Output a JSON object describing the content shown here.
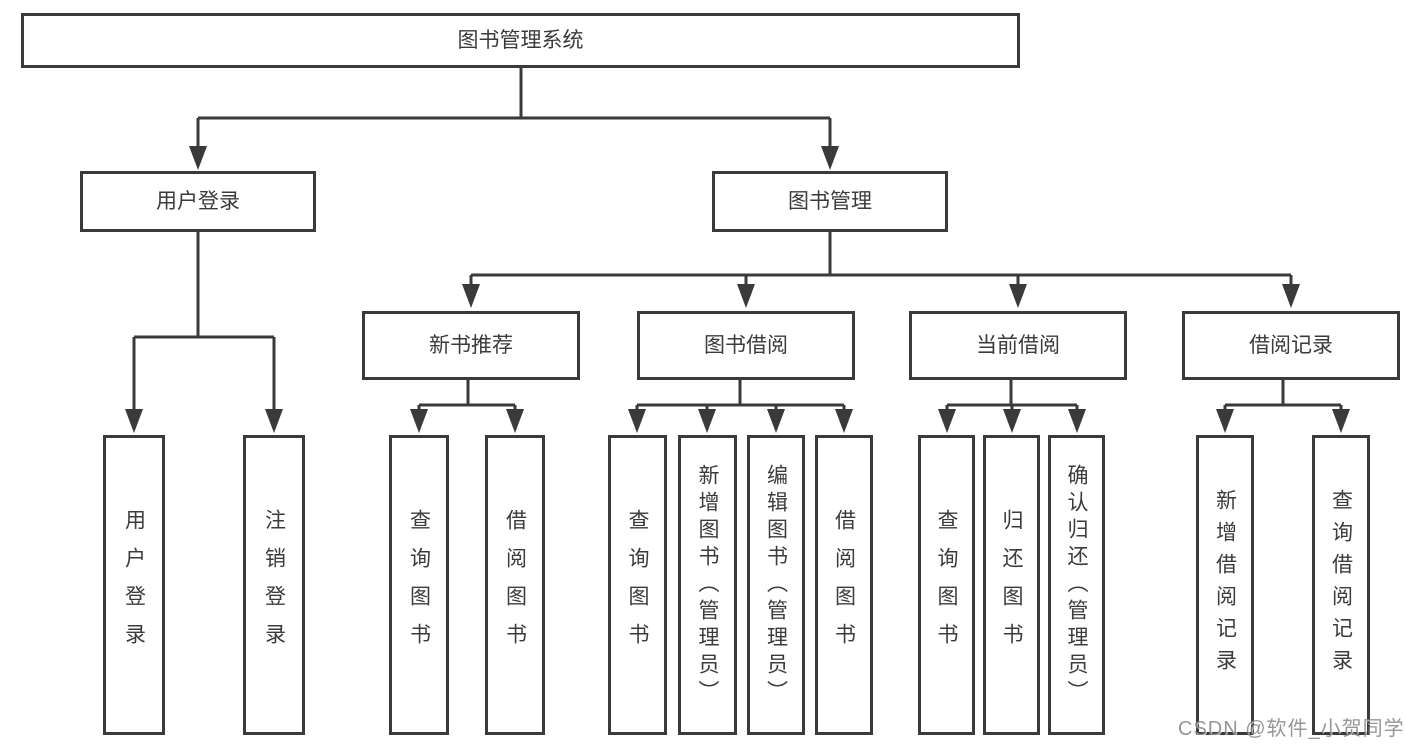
{
  "diagram": {
    "root": "图书管理系统",
    "branches": [
      {
        "label": "用户登录",
        "children": [
          "用户登录",
          "注销登录"
        ]
      },
      {
        "label": "图书管理",
        "sections": [
          {
            "label": "新书推荐",
            "children": [
              "查询图书",
              "借阅图书"
            ]
          },
          {
            "label": "图书借阅",
            "children": [
              "查询图书",
              "新增图书（管理员）",
              "编辑图书（管理员）",
              "借阅图书"
            ]
          },
          {
            "label": "当前借阅",
            "children": [
              "查询图书",
              "归还图书",
              "确认归还（管理员）"
            ]
          },
          {
            "label": "借阅记录",
            "children": [
              "新增借阅记录",
              "查询借阅记录"
            ]
          }
        ]
      }
    ]
  },
  "watermark": "CSDN @软件_小贺同学",
  "colors": {
    "line": "#3a3a3a",
    "box_border": "#3a3a3a",
    "box_fill": "#ffffff",
    "text": "#3b3b3b",
    "background": "#ffffff",
    "watermark": "#7c7f83"
  }
}
